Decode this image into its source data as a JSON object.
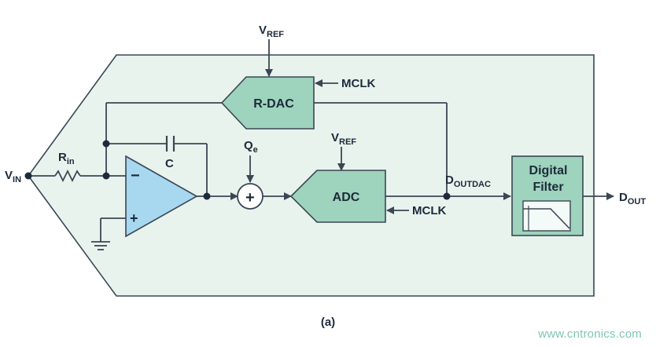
{
  "colors": {
    "background_fill": "#e8f3ee",
    "block_fill": "#9ed3bd",
    "opamp_fill": "#a7d8f0",
    "line": "#3b4653",
    "text": "#1d2a3a",
    "watermark": "#7fc6b4"
  },
  "labels": {
    "vin_main": "V",
    "vin_sub": "IN",
    "rin_main": "R",
    "rin_sub": "in",
    "cap": "C",
    "qe_main": "Q",
    "qe_sub": "e",
    "vref_top_main": "V",
    "vref_top_sub": "REF",
    "vref_adc_main": "V",
    "vref_adc_sub": "REF",
    "mclk_rdac": "MCLK",
    "mclk_adc": "MCLK",
    "rdac": "R-DAC",
    "adc": "ADC",
    "filter_line1": "Digital",
    "filter_line2": "Filter",
    "doutdac_main": "D",
    "doutdac_sub": "OUTDAC",
    "dout_main": "D",
    "dout_sub": "OUT",
    "opamp_minus": "−",
    "opamp_plus": "+",
    "summer_plus": "+"
  },
  "caption": "(a)",
  "watermark": "www.cntronics.com",
  "icons": {
    "opamp": "op-amp-triangle-icon",
    "summer": "summing-junction-icon",
    "resistor": "resistor-icon",
    "capacitor": "capacitor-icon",
    "ground": "ground-icon",
    "lowpass": "low-pass-response-icon"
  }
}
